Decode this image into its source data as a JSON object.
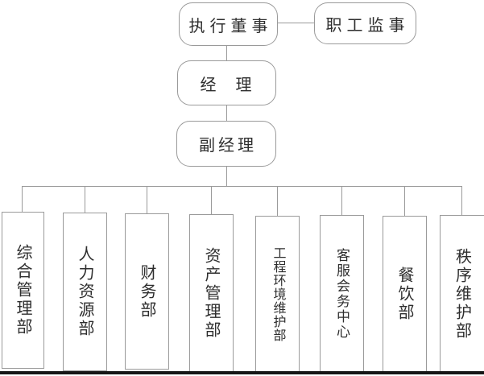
{
  "org_chart": {
    "nodes": {
      "executive_director": {
        "label": "执行董事"
      },
      "staff_supervisor": {
        "label": "职工监事"
      },
      "manager": {
        "label": "经　理"
      },
      "deputy_manager": {
        "label": "副经理"
      }
    },
    "departments": [
      {
        "label": "综合管理部"
      },
      {
        "label": "人力资源部"
      },
      {
        "label": "财务部"
      },
      {
        "label": "资产管理部"
      },
      {
        "label": "工程环境维护部"
      },
      {
        "label": "客服会务中心"
      },
      {
        "label": "餐饮部"
      },
      {
        "label": "秩序维护部"
      }
    ],
    "line_color": "#9a9a9a",
    "rule_color": "#161616"
  }
}
